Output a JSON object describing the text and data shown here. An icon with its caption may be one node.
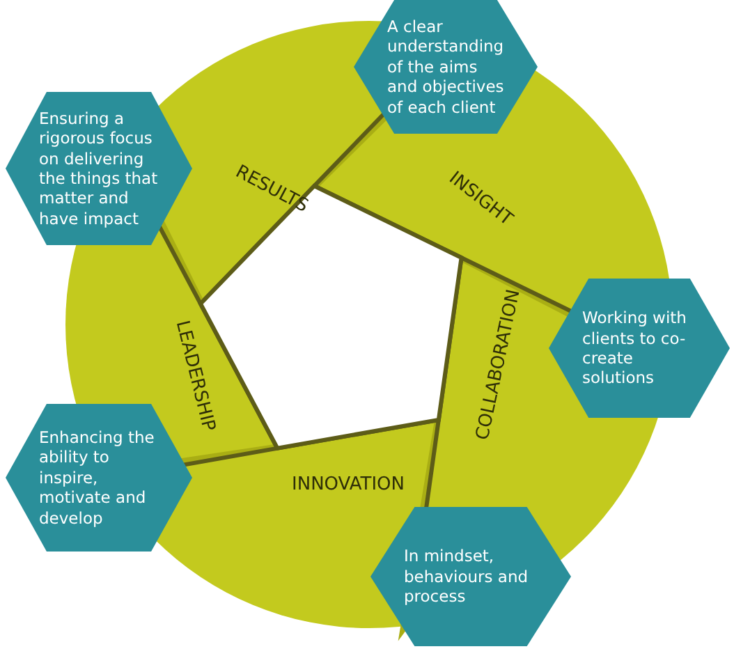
{
  "diagram": {
    "nodes": [
      {
        "text": [
          "A clear understanding of  the aims and objectives of each client"
        ]
      },
      {
        "text": [
          "Ensuring a rigorous focus on delivering the things that matter and have impact"
        ]
      },
      {
        "text": [
          "RESULTS"
        ]
      },
      {
        "text": [
          "INSIGHT"
        ]
      },
      {
        "text": [
          "COLLABORATION"
        ]
      },
      {
        "text": [
          "Working with clients to co-create solutions"
        ]
      },
      {
        "text": [
          "LEADERSHIP"
        ]
      },
      {
        "text": [
          "INNOVATION"
        ]
      },
      {
        "text": [
          "Enhancing the ability to inspire, motivate and develop"
        ]
      },
      {
        "text": [
          "In mindset, behaviours and process"
        ]
      }
    ]
  }
}
